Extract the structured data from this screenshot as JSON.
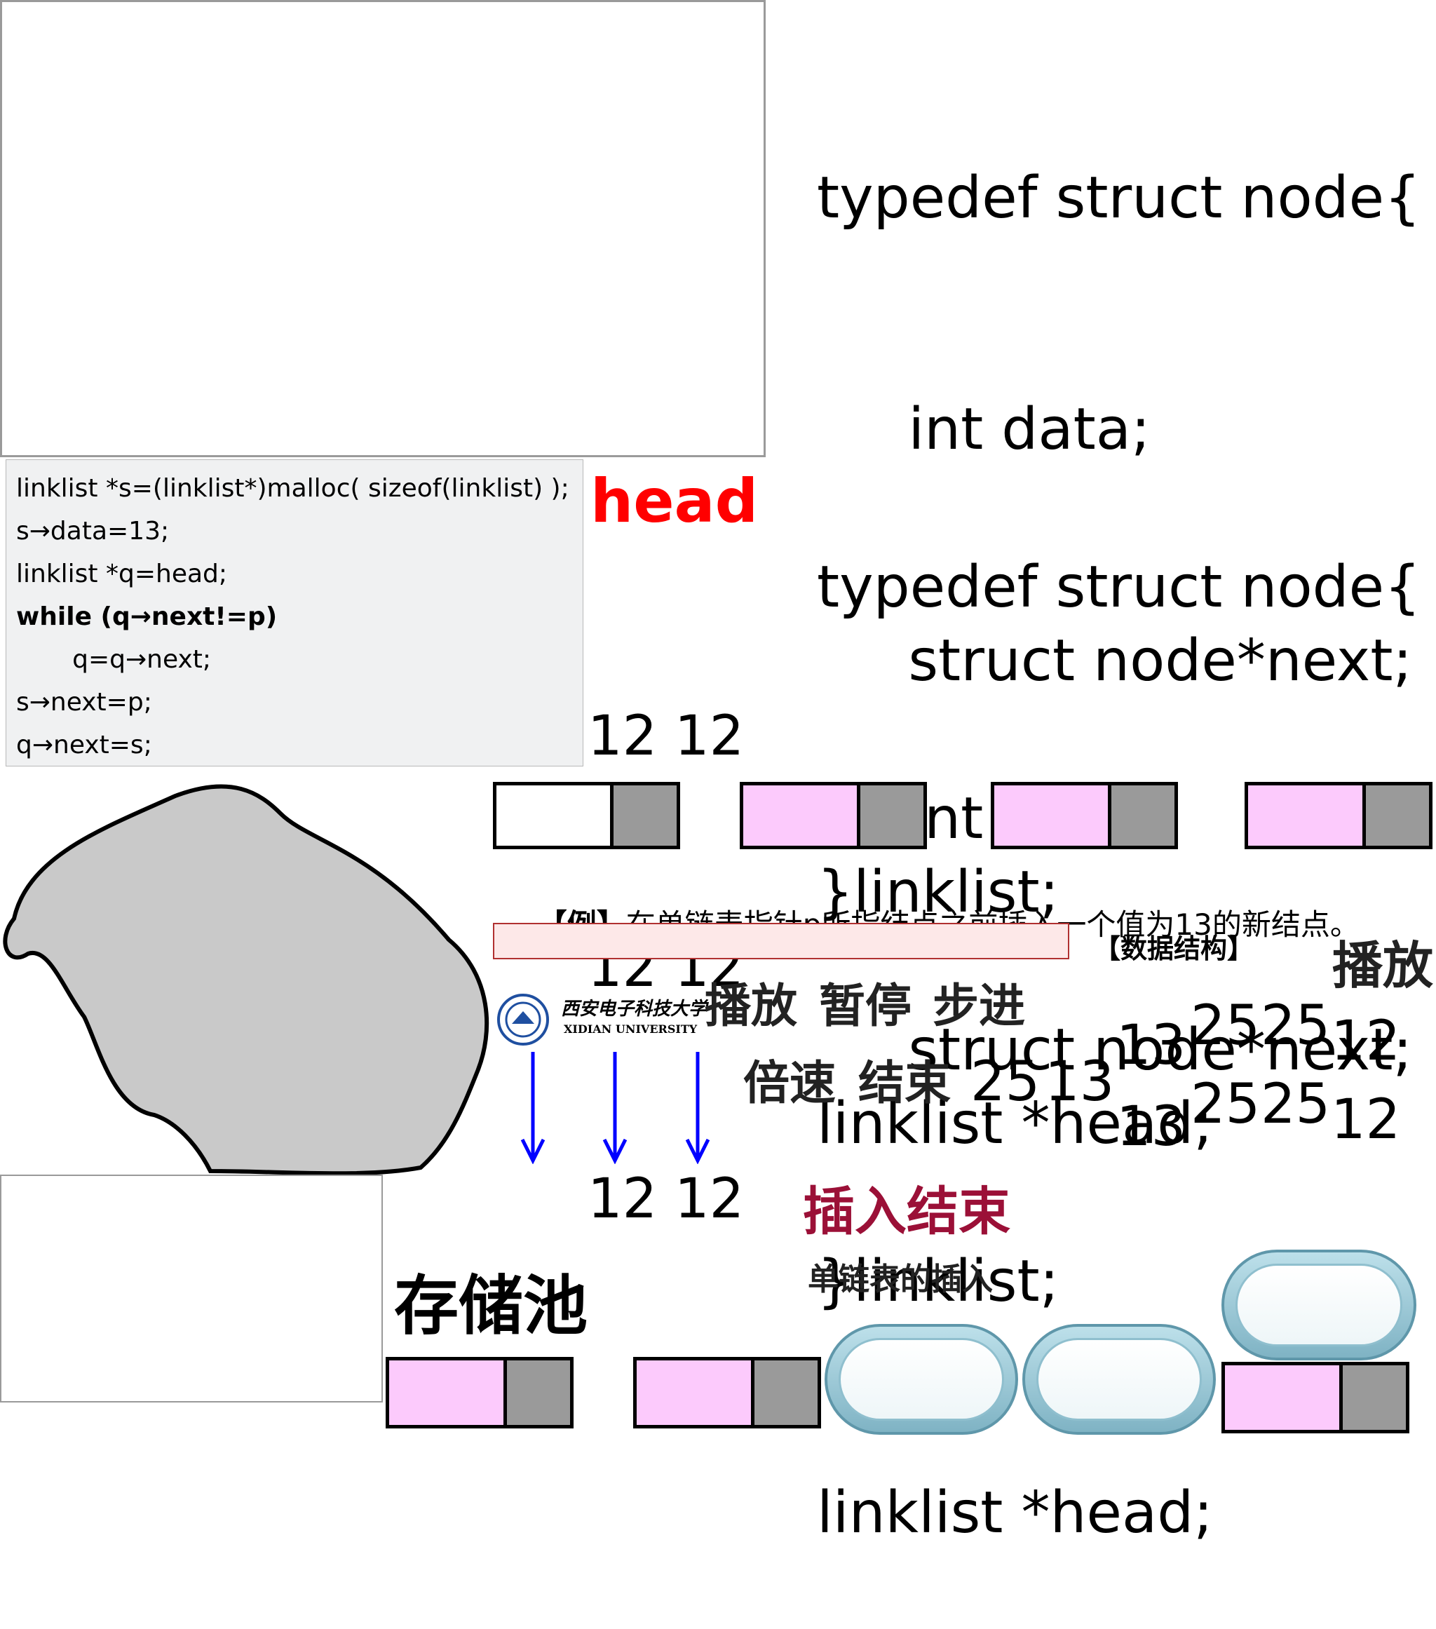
{
  "struct_def_1": [
    "typedef struct node{",
    "     int data;",
    "     struct node*next;",
    "}linklist;",
    "linklist *head;"
  ],
  "struct_def_2": [
    "typedef struct node{",
    "     int data;",
    "     struct node*next;",
    "}linklist;",
    "linklist *head;"
  ],
  "code_panel": [
    "linklist *s=(linklist*)malloc( sizeof(linklist) );",
    "s→data=13;",
    "linklist *q=head;",
    "while (q→next!=p)",
    "       q=q→next;",
    "s→next=p;",
    "q→next=s;"
  ],
  "head_label": "head",
  "head_color": "#ff0000",
  "number_rows": [
    "12 12",
    "12 12",
    "12 12"
  ],
  "example_text": "【例】在单链表指针p所指结点之前插入一个值为13的新结点。",
  "example_prefix": "【例】",
  "example_body": "在单链表指针p所指结点之前插入一个值为13的新结点。",
  "data_structure_tag": "【数据结构】",
  "play_label_right": "播放",
  "university": {
    "name_cn": "西安电子科技大学",
    "name_en": "XIDIAN UNIVERSITY"
  },
  "controls": {
    "play": "播放",
    "pause": "暂停",
    "step": "步进",
    "speed": "倍速",
    "end": "结束"
  },
  "mid_numbers": [
    "25",
    "13"
  ],
  "right_numbers_row1": [
    "13",
    "25",
    "25",
    "12"
  ],
  "right_numbers_row2": [
    "13",
    "25",
    "25",
    "12"
  ],
  "insert_end": "插入结束",
  "insert_end_color": "#9b1037",
  "subtitle": "单链表的插入",
  "storage_pool": "存储池",
  "colors": {
    "node_data_pink": "#fccafc",
    "node_ptr_gray": "#9a9a9a",
    "arrow_blue": "#0000ff",
    "blob_gray": "#c9c9c9",
    "highlight_bar": "#fde8e8",
    "highlight_border": "#b03030"
  }
}
